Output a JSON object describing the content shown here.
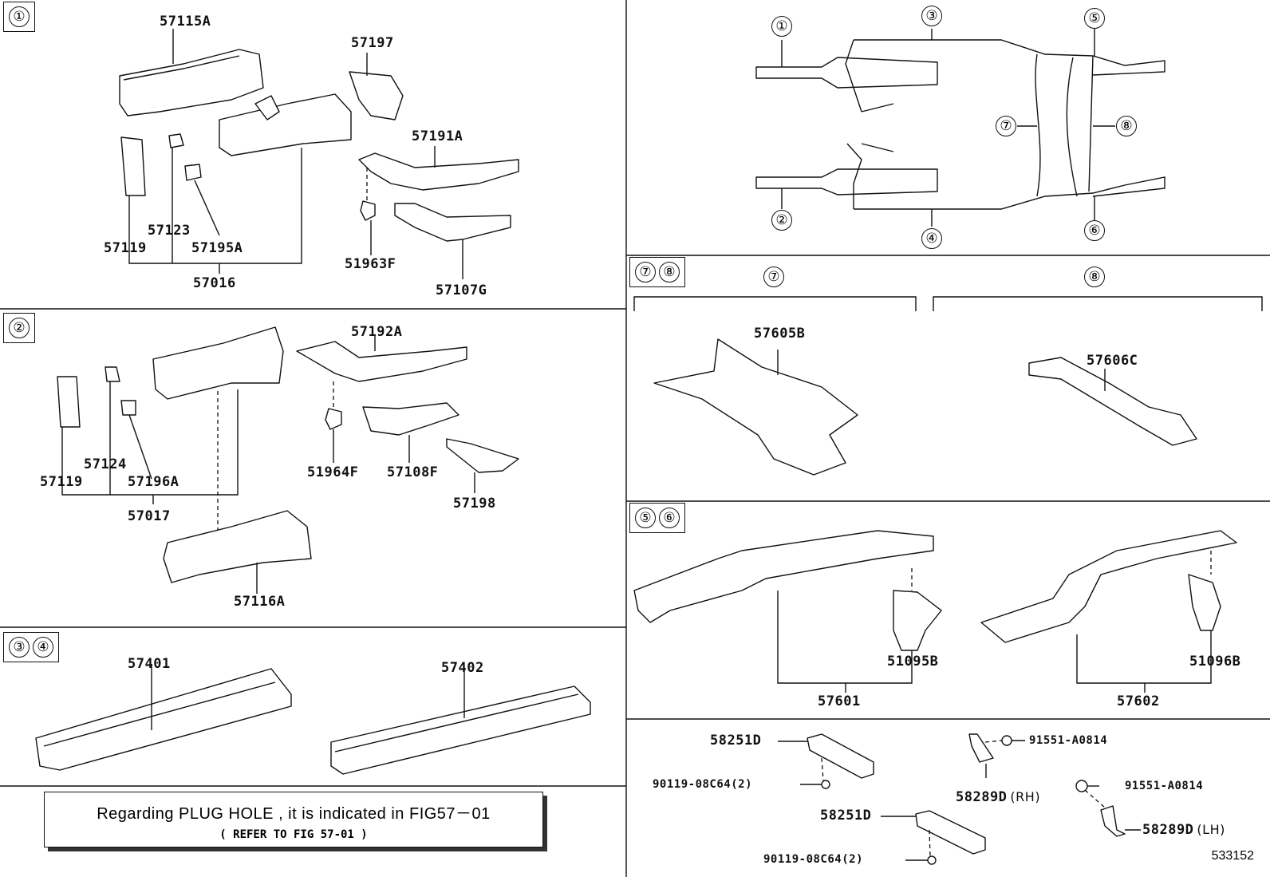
{
  "sections": {
    "s1": {
      "badge": [
        "①"
      ]
    },
    "s2": {
      "badge": [
        "②"
      ]
    },
    "s34": {
      "badge": [
        "③",
        "④"
      ]
    },
    "s78": {
      "badge": [
        "⑦",
        "⑧"
      ],
      "sub7": "⑦",
      "sub8": "⑧"
    },
    "s56": {
      "badge": [
        "⑤",
        "⑥"
      ]
    }
  },
  "overview_callouts": [
    "①",
    "②",
    "③",
    "④",
    "⑤",
    "⑥",
    "⑦",
    "⑧"
  ],
  "parts": {
    "p57115A": "57115A",
    "p57197": "57197",
    "p57191A": "57191A",
    "p57123": "57123",
    "p57119a": "57119",
    "p57195A": "57195A",
    "p57016": "57016",
    "p51963F": "51963F",
    "p57107G": "57107G",
    "p57192A": "57192A",
    "p57124": "57124",
    "p57119b": "57119",
    "p57196A": "57196A",
    "p57017": "57017",
    "p51964F": "51964F",
    "p57108F": "57108F",
    "p57198": "57198",
    "p57116A": "57116A",
    "p57401": "57401",
    "p57402": "57402",
    "p57605B": "57605B",
    "p57606C": "57606C",
    "p51095B": "51095B",
    "p57601": "57601",
    "p51096B": "51096B",
    "p57602": "57602",
    "p58251D_a": "58251D",
    "p90119_a": "90119-08C64(2)",
    "p58251D_b": "58251D",
    "p90119_b": "90119-08C64(2)",
    "p91551_a": "91551-A0814",
    "p58289D_rh": "58289D",
    "rh": "(RH)",
    "p91551_b": "91551-A0814",
    "p58289D_lh": "58289D",
    "lh": "(LH)"
  },
  "note": {
    "line1": "Regarding PLUG HOLE , it is indicated in FIG57－01",
    "line2": "(  REFER TO FIG 57-01  )"
  },
  "figure_id": "533152"
}
